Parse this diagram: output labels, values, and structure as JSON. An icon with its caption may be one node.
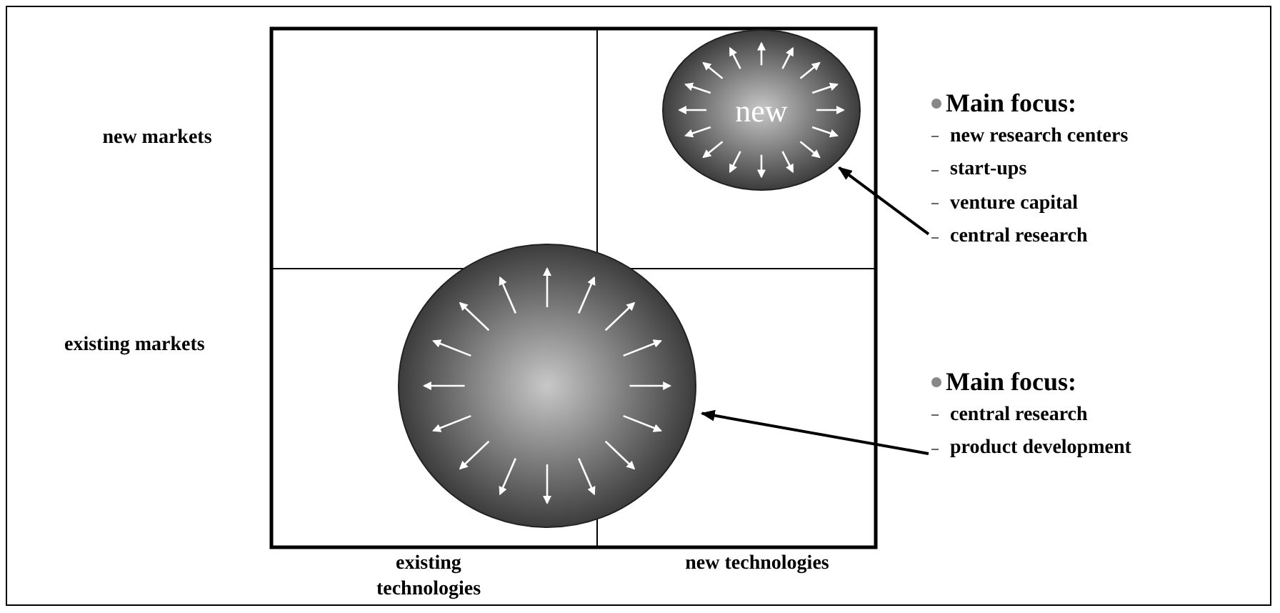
{
  "diagram": {
    "nodes": [
      {
        "text": [
          "new"
        ]
      },
      {
        "text": [],
        "shape": "circle"
      },
      {
        "text": [
          "Main focus:",
          "new research centers",
          "start-ups",
          "venture capital",
          "central research"
        ]
      },
      {
        "text": [
          "Main focus:",
          "central research",
          "product development"
        ]
      }
    ],
    "edges": [
      {
        "from": 2,
        "to": 0,
        "arrow": "to"
      },
      {
        "from": 3,
        "to": 1,
        "arrow": "to"
      }
    ],
    "labels": [
      "new markets",
      "existing markets",
      "existing technologies",
      "new technologies"
    ]
  }
}
